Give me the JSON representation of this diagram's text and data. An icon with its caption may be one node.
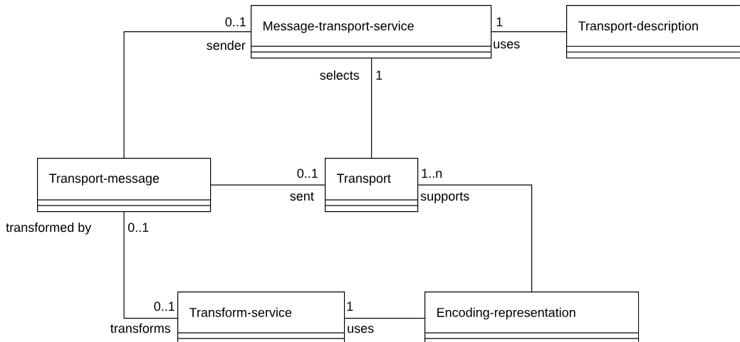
{
  "diagram": {
    "nodes": [
      {
        "text": [
          "Message-transport-service"
        ]
      },
      {
        "text": [
          "Transport-description"
        ]
      },
      {
        "text": [
          "Transport-message"
        ]
      },
      {
        "text": [
          "Transport"
        ]
      },
      {
        "text": [
          "Transform-service"
        ]
      },
      {
        "text": [
          "Encoding-representation"
        ]
      }
    ],
    "edges": [
      {
        "from": 2,
        "to": 0,
        "arrow": "none"
      },
      {
        "from": 0,
        "to": 1,
        "arrow": "none"
      },
      {
        "from": 0,
        "to": 3,
        "arrow": "none"
      },
      {
        "from": 2,
        "to": 3,
        "arrow": "none"
      },
      {
        "from": 3,
        "to": 5,
        "arrow": "none"
      },
      {
        "from": 2,
        "to": 4,
        "arrow": "none"
      },
      {
        "from": 4,
        "to": 5,
        "arrow": "none"
      }
    ],
    "labels": [
      "0..1",
      "1",
      "sender",
      "uses",
      "selects",
      "1",
      "0..1",
      "1..n",
      "sent",
      "supports",
      "transformed by",
      "0..1",
      "0..1",
      "1",
      "transforms",
      "uses"
    ]
  }
}
